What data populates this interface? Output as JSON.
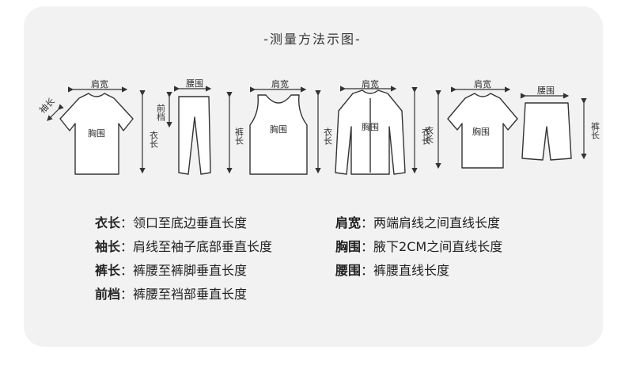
{
  "title": "-测量方法示图-",
  "diagram_labels": {
    "sleeve": "袖长",
    "shoulder": "肩宽",
    "chest": "胸围",
    "length": "衣长",
    "waist": "腰围",
    "rise": "前档",
    "pants_length": "裤长"
  },
  "definitions": [
    {
      "term": "衣长",
      "desc": "领口至底边垂直长度"
    },
    {
      "term": "袖长",
      "desc": "肩线至袖子底部垂直长度"
    },
    {
      "term": "裤长",
      "desc": "裤腰至裤脚垂直长度"
    },
    {
      "term": "前档",
      "desc": "裤腰至裆部垂直长度"
    },
    {
      "term": "肩宽",
      "desc": "两端肩线之间直线长度"
    },
    {
      "term": "胸围",
      "desc": "腋下2CM之间直线长度"
    },
    {
      "term": "腰围",
      "desc": "裤腰直线长度"
    }
  ],
  "separator": "："
}
